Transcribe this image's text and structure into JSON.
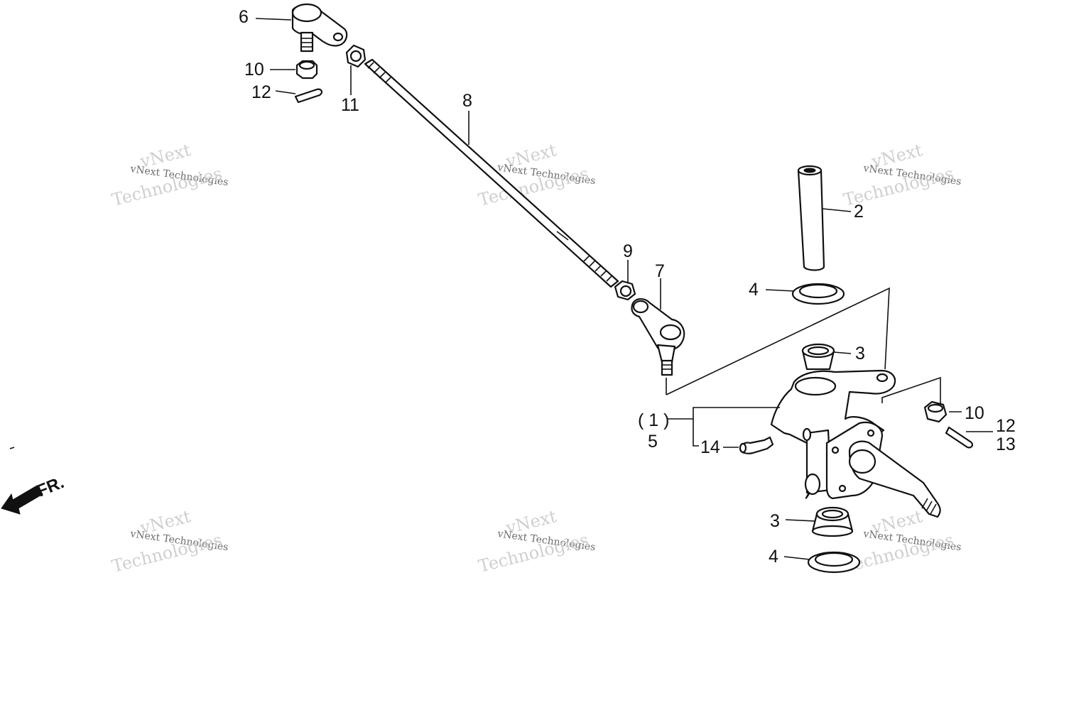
{
  "callouts": {
    "p1": "( 1 )",
    "p2": "2",
    "p3a": "3",
    "p3b": "3",
    "p4a": "4",
    "p4b": "4",
    "p5": "5",
    "p6": "6",
    "p7": "7",
    "p8": "8",
    "p9": "9",
    "p10a": "10",
    "p10b": "10",
    "p11": "11",
    "p12a": "12",
    "p12b": "12",
    "p13": "13",
    "p14": "14"
  },
  "front_marker": "FR.",
  "watermark": {
    "line1": "vNext Technologies",
    "line2": "vNext",
    "line3": "Technologies"
  }
}
